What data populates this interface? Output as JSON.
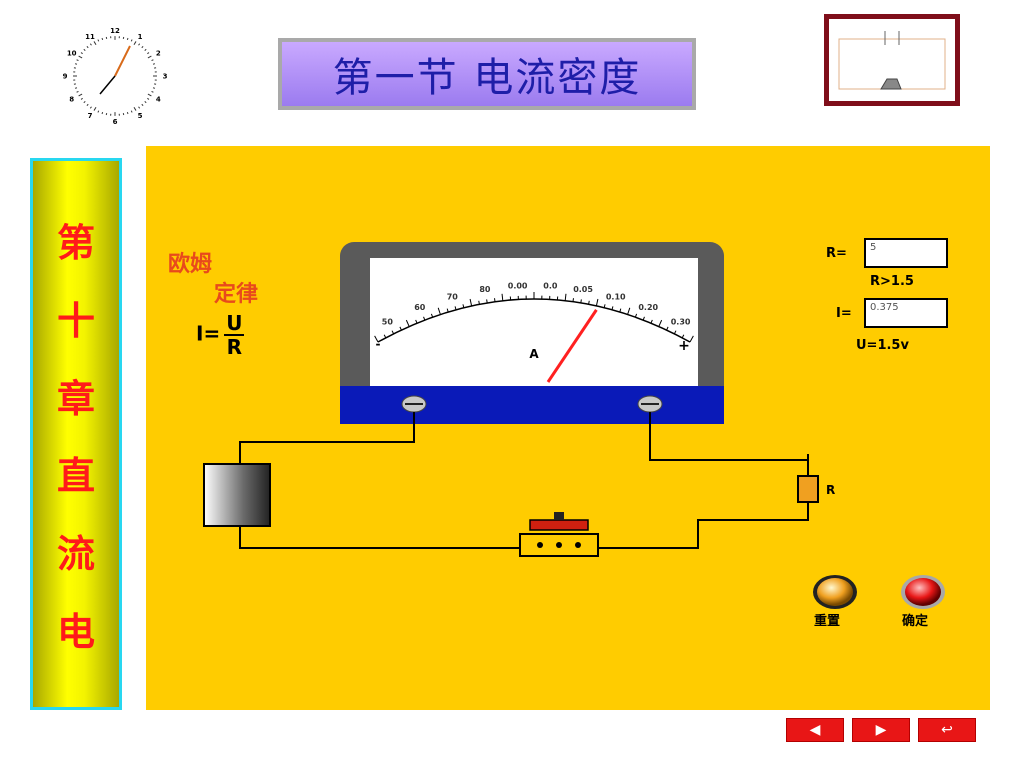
{
  "header": {
    "title": "第一节 电流密度"
  },
  "clock": {
    "numerals": [
      "12",
      "1",
      "2",
      "3",
      "4",
      "5",
      "6",
      "7",
      "8",
      "9",
      "10",
      "11"
    ]
  },
  "chapter": {
    "chars": [
      "第",
      "十",
      "章",
      "直",
      "流",
      "电"
    ]
  },
  "ohm": {
    "title_line1": "欧姆",
    "title_line2": "定律",
    "formula_lhs": "I=",
    "numerator": "U",
    "denominator": "R"
  },
  "ammeter": {
    "unit_label": "A",
    "minus_label": "-",
    "plus_label": "+",
    "scale_labels": [
      "50",
      "60",
      "70",
      "80",
      "0.00",
      "0.0",
      "0.05",
      "0.10",
      "0.20",
      "0.30"
    ],
    "needle_fraction": 0.7
  },
  "controls": {
    "r_label": "R=",
    "r_value": "5",
    "r_hint": "R>1.5",
    "i_label": "I=",
    "i_value": "0.375",
    "u_hint": "U=1.5v",
    "reset_label": "重置",
    "confirm_label": "确定",
    "resistor_label": "R"
  },
  "nav": {
    "prev_icon": "◀",
    "next_icon": "▶",
    "return_icon": "↩"
  },
  "colors": {
    "panel": "#ffcc00",
    "title_text": "#1e1ea8",
    "chapter_text": "#ff1a1a",
    "needle": "#ff2020",
    "nav_button": "#e81616"
  }
}
